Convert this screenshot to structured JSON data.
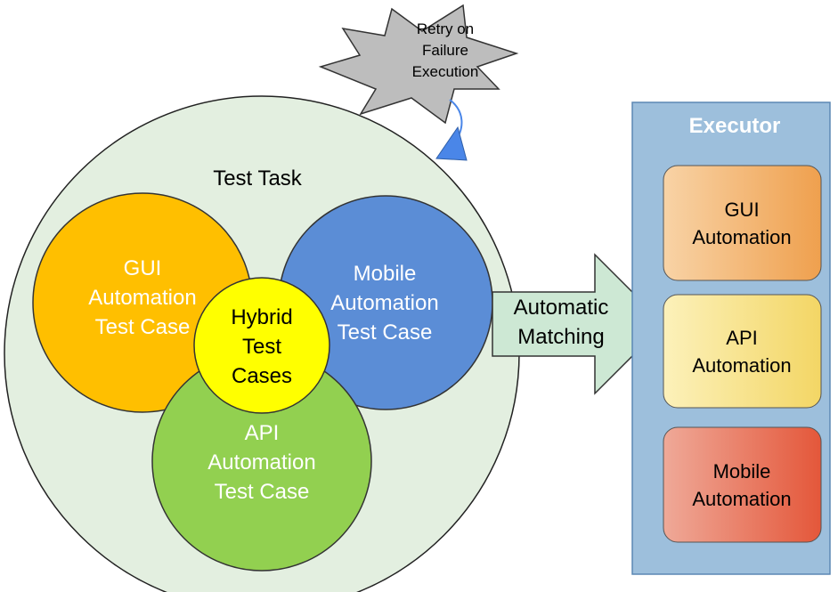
{
  "retry": {
    "lines": [
      "Retry on",
      "Failure",
      "Execution"
    ]
  },
  "task": {
    "title": "Test Task"
  },
  "circles": {
    "gui": {
      "lines": [
        "GUI",
        "Automation",
        "Test Case"
      ],
      "color": "#FFBF00"
    },
    "mobile": {
      "lines": [
        "Mobile",
        "Automation",
        "Test Case"
      ],
      "color": "#5B8DD6"
    },
    "api": {
      "lines": [
        "API",
        "Automation",
        "Test Case"
      ],
      "color": "#92D050"
    },
    "hybrid": {
      "lines": [
        "Hybrid",
        "Test",
        "Cases"
      ],
      "color": "#FFFF00"
    }
  },
  "arrow": {
    "lines": [
      "Automatic",
      "Matching"
    ]
  },
  "executor": {
    "title": "Executor",
    "items": [
      {
        "lines": [
          "GUI",
          "Automation"
        ]
      },
      {
        "lines": [
          "API",
          "Automation"
        ]
      },
      {
        "lines": [
          "Mobile",
          "Automation"
        ]
      }
    ]
  },
  "colors": {
    "task_fill": "#E3EFE0",
    "executor_fill": "#9DBFDC",
    "star_fill": "#BDBDBD",
    "arrow_fill": "#CDE8D4",
    "retry_arrow": "#4A86E8"
  }
}
